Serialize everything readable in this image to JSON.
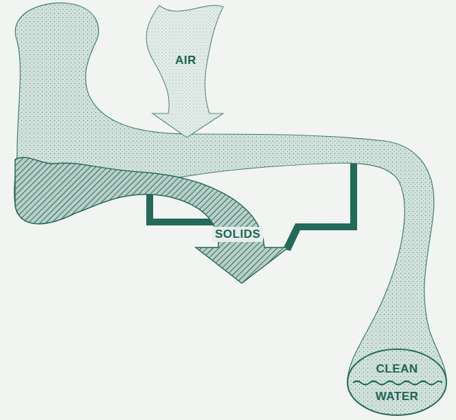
{
  "diagram": {
    "nodes": [
      {
        "text": [
          "AIR"
        ]
      },
      {
        "text": [
          "SOLIDS"
        ]
      },
      {
        "text": [
          "CLEAN WATER"
        ]
      }
    ]
  }
}
